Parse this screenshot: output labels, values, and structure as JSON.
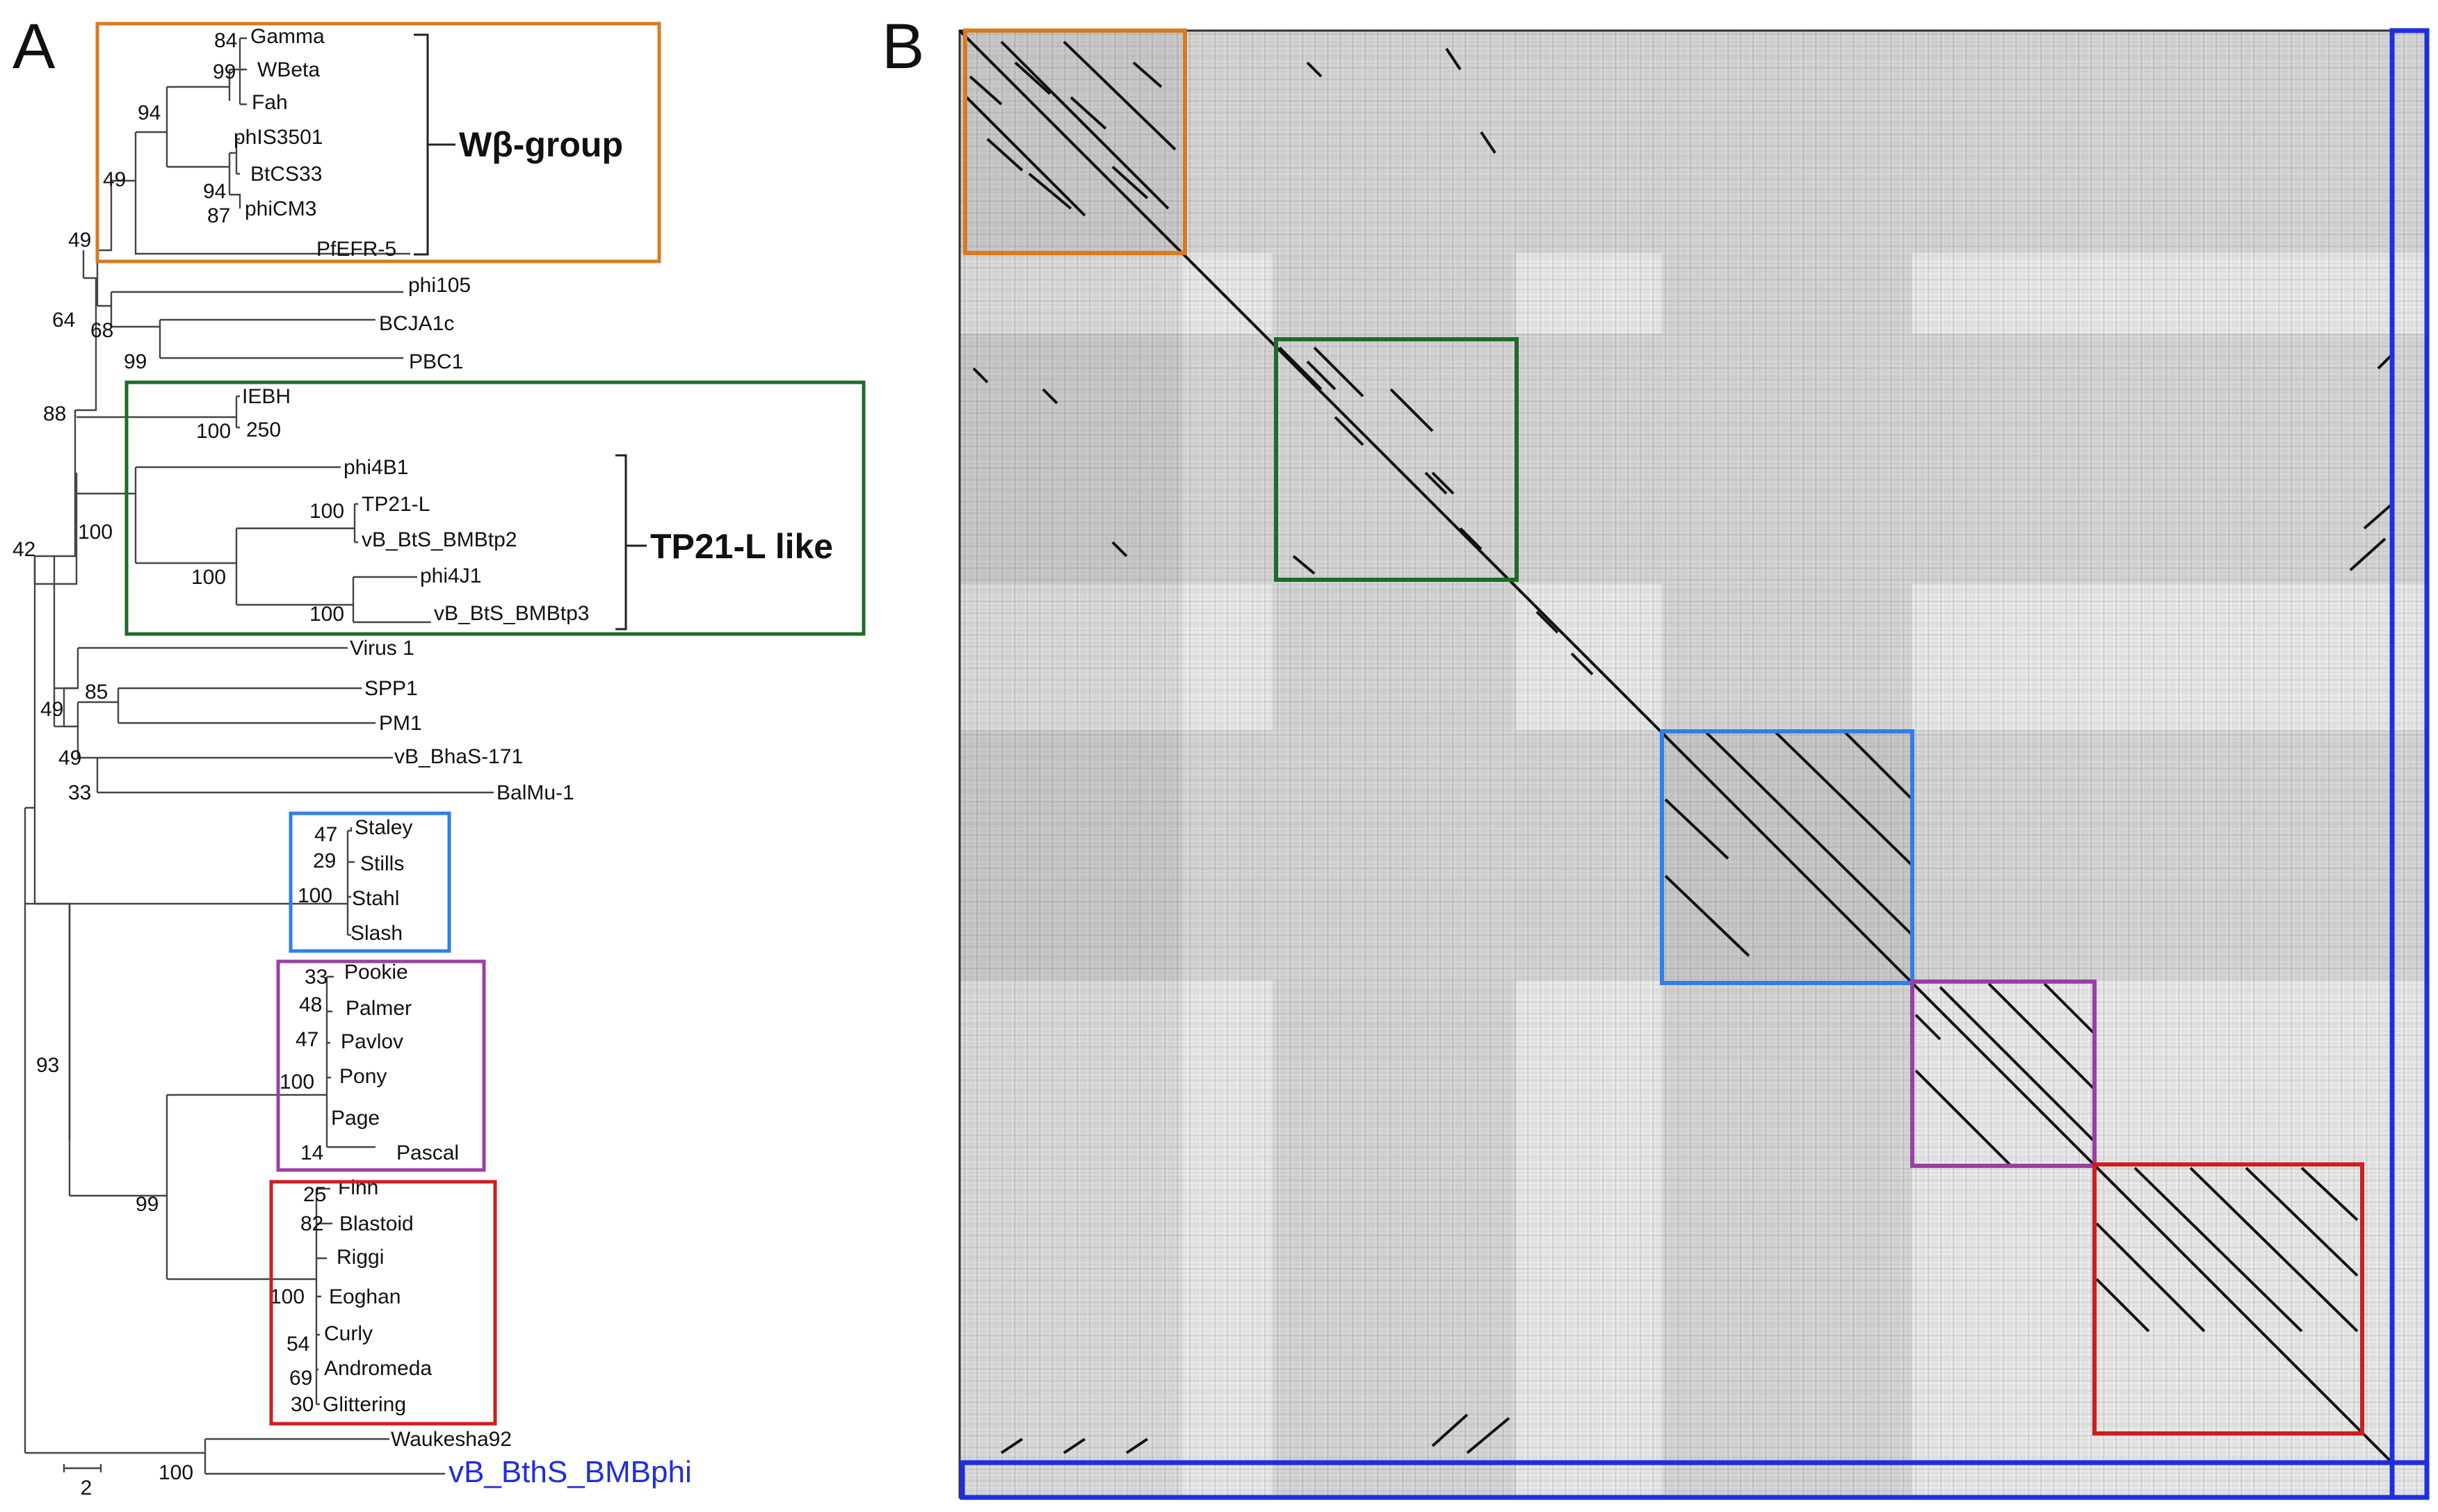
{
  "panels": {
    "a": "A",
    "b": "B"
  },
  "groups": {
    "wbeta": "Wβ-group",
    "tp21": "TP21-L like"
  },
  "scale_bar": "2",
  "leaves": {
    "gamma": "Gamma",
    "wbeta": "WBeta",
    "fah": "Fah",
    "phis3501": "phIS3501",
    "btcs33": "BtCS33",
    "phicm3": "phiCM3",
    "pfefr5": "PfEFR-5",
    "phi105": "phi105",
    "bcja1c": "BCJA1c",
    "pbc1": "PBC1",
    "iebh": "IEBH",
    "p250": "250",
    "phi4b1": "phi4B1",
    "tp21l": "TP21-L",
    "bmbtp2": "vB_BtS_BMBtp2",
    "phi4j1": "phi4J1",
    "bmbtp3": "vB_BtS_BMBtp3",
    "virus1": "Virus 1",
    "spp1": "SPP1",
    "pm1": "PM1",
    "bhas171": "vB_BhaS-171",
    "balmu1": "BalMu-1",
    "staley": "Staley",
    "stills": "Stills",
    "stahl": "Stahl",
    "slash": "Slash",
    "pookie": "Pookie",
    "palmer": "Palmer",
    "pavlov": "Pavlov",
    "pony": "Pony",
    "page": "Page",
    "pascal": "Pascal",
    "finn": "Finn",
    "blastoid": "Blastoid",
    "riggi": "Riggi",
    "eoghan": "Eoghan",
    "curly": "Curly",
    "andromeda": "Andromeda",
    "glittering": "Glittering",
    "waukesha92": "Waukesha92",
    "bmbphi": "vB_BthS_BMBphi"
  },
  "bootstrap": {
    "gamma": "84",
    "wbeta": "99",
    "n94a": "94",
    "n94b": "94",
    "n87": "87",
    "n49a": "49",
    "n49b": "49",
    "n64": "64",
    "n68": "68",
    "n99a": "99",
    "n88": "88",
    "n100a": "100",
    "n100b": "100",
    "n100c": "100",
    "n100d": "100",
    "n100e": "100",
    "n42": "42",
    "n85": "85",
    "n49c": "49",
    "n49d": "49",
    "n33a": "33",
    "n47a": "47",
    "n29": "29",
    "n100f": "100",
    "n33b": "33",
    "n48": "48",
    "n47b": "47",
    "n100g": "100",
    "n14": "14",
    "n93": "93",
    "n99b": "99",
    "n25": "25",
    "n82": "82",
    "n100h": "100",
    "n54": "54",
    "n69": "69",
    "n30": "30",
    "n100i": "100"
  },
  "colors": {
    "wbeta_group": "#d97a1e",
    "tp21_group": "#1f6b26",
    "blue_cluster": "#2f7fe8",
    "purple_cluster": "#9b3fa5",
    "red_cluster": "#cc1f1f",
    "bmbphi": "#1f2ee0",
    "dotplot_background": "#e9e9e9"
  },
  "dotplot": {
    "blocks": [
      {
        "name": "wbeta-group",
        "color": "#d97a1e"
      },
      {
        "name": "tp21-l-like",
        "color": "#1f6b26"
      },
      {
        "name": "blue-cluster",
        "color": "#2f7fe8"
      },
      {
        "name": "purple-cluster",
        "color": "#9b3fa5"
      },
      {
        "name": "red-cluster",
        "color": "#cc1f1f"
      },
      {
        "name": "bmbphi-strip",
        "color": "#1f2ee0"
      }
    ]
  }
}
